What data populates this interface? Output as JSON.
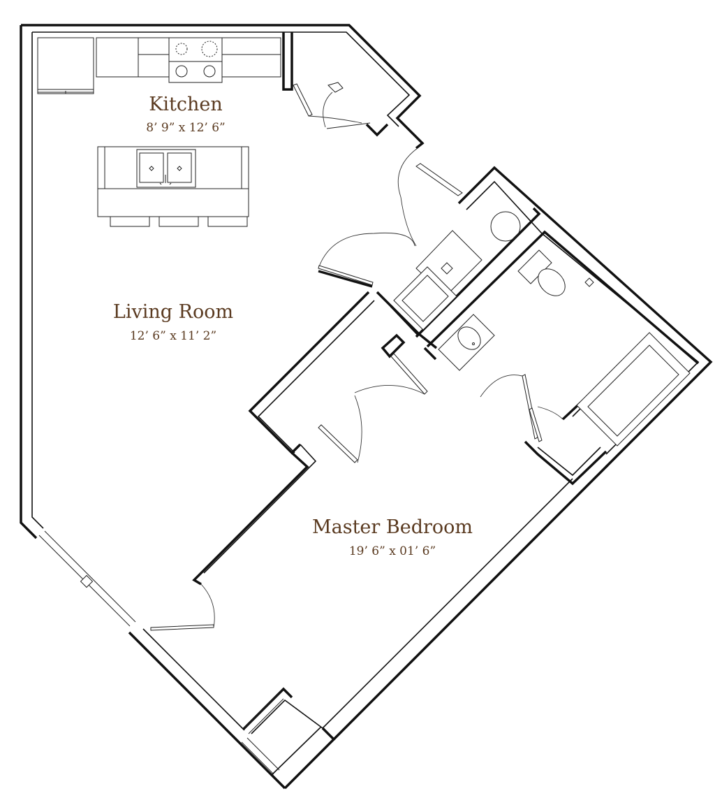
{
  "rooms": {
    "kitchen": {
      "name": "Kitchen",
      "dims": "8’ 9” x 12’ 6”"
    },
    "living": {
      "name": "Living Room",
      "dims": "12’ 6” x 11’ 2”"
    },
    "bedroom": {
      "name": "Master Bedroom",
      "dims": "19’ 6” x 01’ 6”"
    }
  },
  "colors": {
    "label": "#5a3a20",
    "walls": "#111111"
  },
  "fixtures": [
    "refrigerator",
    "range",
    "island-sink",
    "bar-stool",
    "washer",
    "dryer",
    "bath-sink",
    "toilet",
    "bathtub"
  ]
}
